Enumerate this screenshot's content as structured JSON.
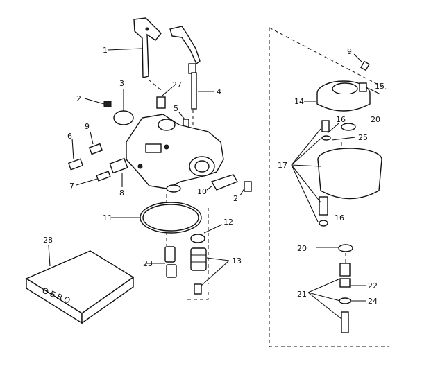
{
  "callouts": {
    "c1": "1",
    "c2a": "2",
    "c2b": "2",
    "c3": "3",
    "c4": "4",
    "c5": "5",
    "c6": "6",
    "c7": "7",
    "c8": "8",
    "c9a": "9",
    "c9b": "9",
    "c10": "10",
    "c11": "11",
    "c12": "12",
    "c13": "13",
    "c14": "14",
    "c15": "15",
    "c16a": "16",
    "c16b": "16",
    "c17": "17",
    "c20a": "20",
    "c20b": "20",
    "c21": "21",
    "c22": "22",
    "c23": "23",
    "c24": "24",
    "c25": "25",
    "c27": "27",
    "c28": "28"
  },
  "box_text": "O E B O",
  "colors": {
    "ink": "#111111",
    "paper": "#ffffff"
  }
}
